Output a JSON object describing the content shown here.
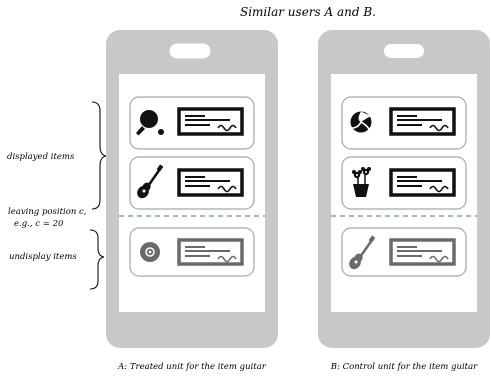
{
  "title": "Similar users A and B.",
  "left_labels": {
    "displayed": "displayed items",
    "leaving_line1": "leaving position c,",
    "leaving_line2": "e.g., c = 20",
    "undisplay": "undisplay items"
  },
  "phone_a": {
    "caption": "A: Treated unit for the item guitar",
    "items": [
      {
        "icon": "ping-pong-paddle-icon",
        "state": "displayed"
      },
      {
        "icon": "guitar-icon",
        "state": "displayed"
      },
      {
        "icon": "cd-disc-icon",
        "state": "undisplayed"
      }
    ]
  },
  "phone_b": {
    "caption": "B: Control unit for the item guitar",
    "items": [
      {
        "icon": "beach-ball-icon",
        "state": "displayed"
      },
      {
        "icon": "flower-pot-icon",
        "state": "displayed"
      },
      {
        "icon": "guitar-icon",
        "state": "undisplayed"
      }
    ]
  },
  "colors": {
    "phone_body": "#c8c8c8",
    "screen": "#ffffff",
    "card_border": "#a8a8a8",
    "displayed_icon": "#111111",
    "undisplayed_icon": "#6a6a6a",
    "divider": "#5b8fc9"
  }
}
